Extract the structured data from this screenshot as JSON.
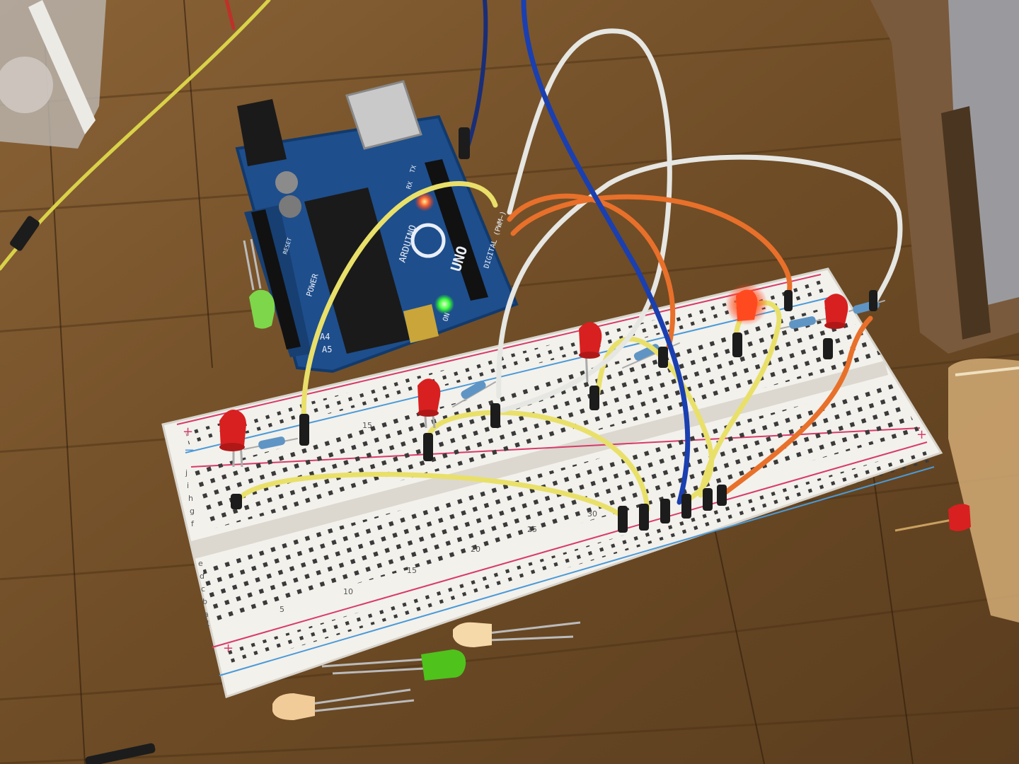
{
  "board": {
    "brand_text": "ARDUINO",
    "model_text": "UNO",
    "power_header_label": "POWER",
    "digital_header_label": "DIGITAL (PWM~)",
    "led_indicator_label": "ON",
    "tx_label": "TX",
    "rx_label": "RX",
    "pin_label_a": "A5",
    "pin_label_b": "A4",
    "reset_label": "RESET"
  },
  "breadboard": {
    "column_labels": [
      "5",
      "10",
      "15",
      "20",
      "25",
      "30"
    ],
    "row_labels_top": [
      "j",
      "i",
      "h",
      "g",
      "f"
    ],
    "row_labels_bottom": [
      "e",
      "d",
      "c",
      "b",
      "a"
    ],
    "row_number_1": "1",
    "rail_plus": "+",
    "rail_minus": "−"
  },
  "colors": {
    "wood_dark": "#5a3d1e",
    "wood_light": "#8a6236",
    "board_blue": "#1e4e8c",
    "breadboard_white": "#f3f1ec",
    "rail_red": "#d83a6a",
    "rail_blue": "#4a9ad8",
    "wire_yellow": "#e9e06a",
    "wire_orange": "#e8702a",
    "wire_white": "#e6e6e2",
    "wire_blue": "#1a3fb0",
    "led_red": "#d82020",
    "led_green": "#4fc21c",
    "led_clear": "#f5d9a8"
  },
  "components": {
    "led_count_on_board": 5,
    "loose_led_count": 5
  }
}
